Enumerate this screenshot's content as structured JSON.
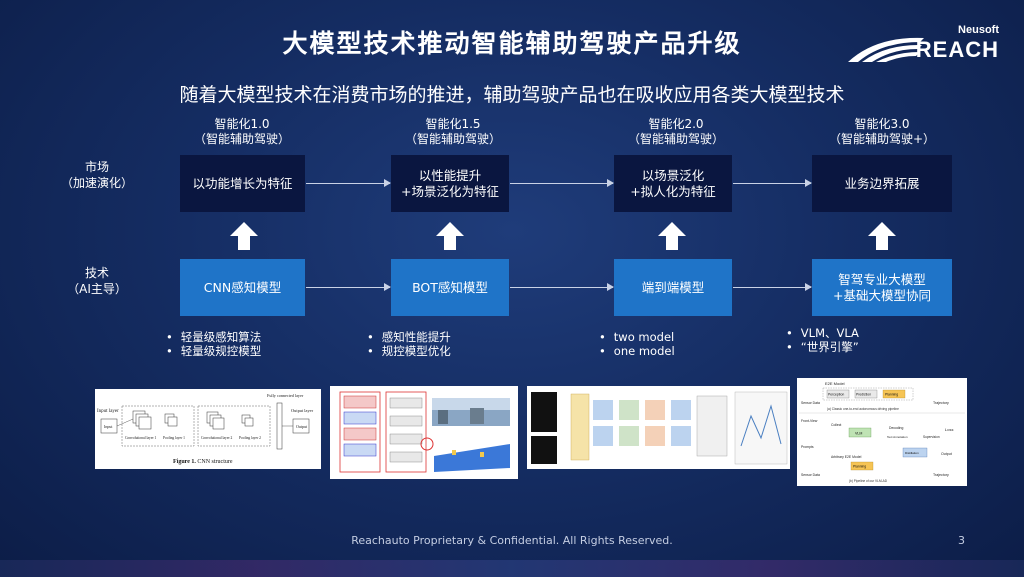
{
  "title": "大模型技术推动智能辅助驾驶产品升级",
  "subtitle": "随着大模型技术在消费市场的推进，辅助驾驶产品也在吸收应用各类大模型技术",
  "logo": {
    "brand_top": "Neusoft",
    "brand_main": "REACH"
  },
  "row_labels": {
    "market": {
      "line1": "市场",
      "line2": "（加速演化）"
    },
    "tech": {
      "line1": "技术",
      "line2": "（AI主导）"
    }
  },
  "stages": [
    {
      "name": "智能化1.0",
      "sub": "（智能辅助驾驶）",
      "market": [
        "以功能增长为特征"
      ],
      "tech": [
        "CNN感知模型"
      ],
      "bullets": [
        "轻量级感知算法",
        "轻量级规控模型"
      ]
    },
    {
      "name": "智能化1.5",
      "sub": "（智能辅助驾驶）",
      "market": [
        "以性能提升",
        "+场景泛化为特征"
      ],
      "tech": [
        "BOT感知模型"
      ],
      "bullets": [
        "感知性能提升",
        "规控模型优化"
      ]
    },
    {
      "name": "智能化2.0",
      "sub": "（智能辅助驾驶）",
      "market": [
        "以场景泛化",
        "+拟人化为特征"
      ],
      "tech": [
        "端到端模型"
      ],
      "bullets": [
        "two model",
        "one model"
      ]
    },
    {
      "name": "智能化3.0",
      "sub": "（智能辅助驾驶+）",
      "market": [
        "业务边界拓展"
      ],
      "tech": [
        "智驾专业大模型",
        "+基础大模型协同"
      ],
      "bullets": [
        "VLM、VLA",
        "“世界引擎”"
      ]
    }
  ],
  "figures": {
    "cnn": {
      "input_layer": "Input layer",
      "input": "Input",
      "fc_layer": "Fully connected layer",
      "output_layer": "Output layer",
      "output": "Output",
      "conv1": "Convolutional layer 1",
      "pool1": "Pooling layer 1",
      "conv2": "Convolutional layer 2",
      "pool2": "Pooling layer 2",
      "caption_bold": "Figure 1.",
      "caption_rest": " CNN structure"
    },
    "vla": {
      "e2e_model": "E2E Model",
      "perception": "Perception",
      "prediction": "Prediction",
      "planning": "Planning",
      "trajectory": "Trajectory",
      "sensor_data": "Sensor Data",
      "caption_a": "(a) Classic one-to-end autonomous driving pipeline",
      "front_view": "Front-View",
      "collect": "Collect",
      "vlm": "VLM",
      "decoding": "Decoding",
      "text_annotation": "Text Annotation",
      "supervision": "Supervision",
      "loss": "Loss",
      "prompts": "Prompts",
      "output": "Output",
      "arbitrary_e2e": "Arbitrary E2E Model",
      "planning2": "Planning",
      "distillation": "Distillation",
      "caption_b": "(b) Pipeline of our VLM-AD"
    }
  },
  "footer": "Reachauto Proprietary & Confidential. All Rights Reserved.",
  "page_number": "3",
  "colors": {
    "market_box": "#0a1640",
    "tech_box": "#1f74c8",
    "background": "#152d63"
  }
}
